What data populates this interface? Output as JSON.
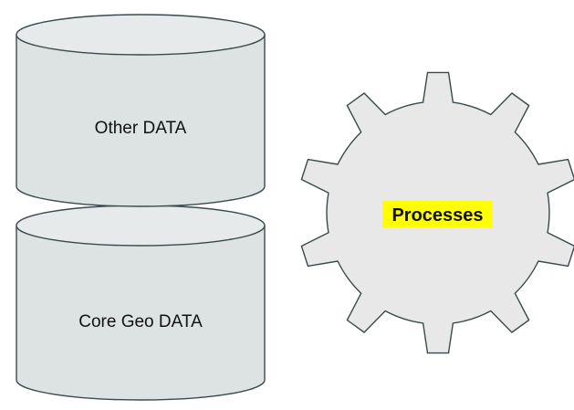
{
  "diagram": {
    "cylinders": [
      {
        "label": "Other DATA"
      },
      {
        "label": "Core Geo DATA"
      }
    ],
    "gear": {
      "label": "Processes",
      "highlight_color": "#ffff00"
    },
    "colors": {
      "cylinder_body": "#dde3e3",
      "cylinder_top": "#e6eaea",
      "gear_fill": "#e8e8e8",
      "outline": "#3a4a4c"
    }
  }
}
